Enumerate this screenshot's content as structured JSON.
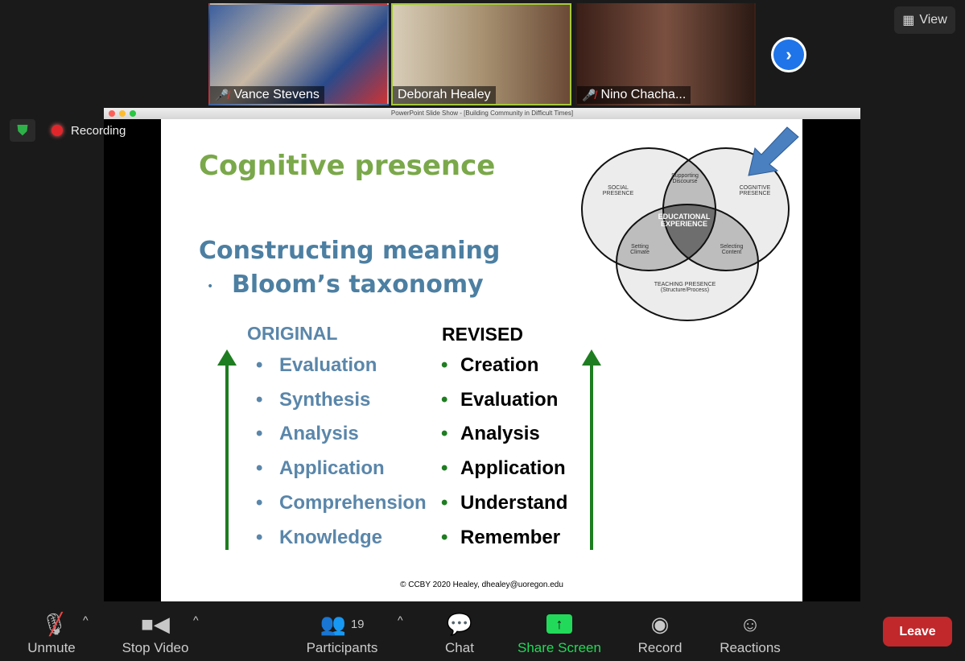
{
  "participants_strip": [
    {
      "name": "Vance Stevens",
      "muted": true,
      "bg": "#5a4f6a"
    },
    {
      "name": "Deborah Healey",
      "muted": false,
      "bg": "#b8a88a",
      "active": true
    },
    {
      "name": "Nino Chacha...",
      "muted": true,
      "bg": "#4a2a22"
    }
  ],
  "view_label": "View",
  "recording_label": "Recording",
  "window_title": "PowerPoint Slide Show - [Building Community in Difficult Times]",
  "slide": {
    "title": "Cognitive presence",
    "subtitle": "Constructing meaning",
    "bullet": "Bloom’s taxonomy",
    "original_header": "ORIGINAL",
    "revised_header": "REVISED",
    "original": [
      "Evaluation",
      "Synthesis",
      "Analysis",
      "Application",
      "Comprehension",
      "Knowledge"
    ],
    "revised": [
      "Creation",
      "Evaluation",
      "Analysis",
      "Application",
      "Understand",
      "Remember"
    ],
    "footer": "© CCBY 2020 Healey, dhealey@uoregon.edu",
    "venn": {
      "social": [
        "SOCIAL",
        "PRESENCE"
      ],
      "cognitive": [
        "COGNITIVE",
        "PRESENCE"
      ],
      "teaching": [
        "TEACHING PRESENCE",
        "(Structure/Process)"
      ],
      "discourse": [
        "Supporting",
        "Discourse"
      ],
      "climate": [
        "Setting",
        "Climate"
      ],
      "content": [
        "Selecting",
        "Content"
      ],
      "center": [
        "EDUCATIONAL",
        "EXPERIENCE"
      ]
    }
  },
  "toolbar": {
    "unmute": "Unmute",
    "stop_video": "Stop Video",
    "participants": "Participants",
    "participant_count": "19",
    "chat": "Chat",
    "share": "Share Screen",
    "record": "Record",
    "reactions": "Reactions",
    "leave": "Leave"
  },
  "colors": {
    "share_green": "#23d959",
    "leave_red": "#c0282b",
    "title_green": "#7aa84a",
    "blue_text": "#4c7fa2"
  }
}
